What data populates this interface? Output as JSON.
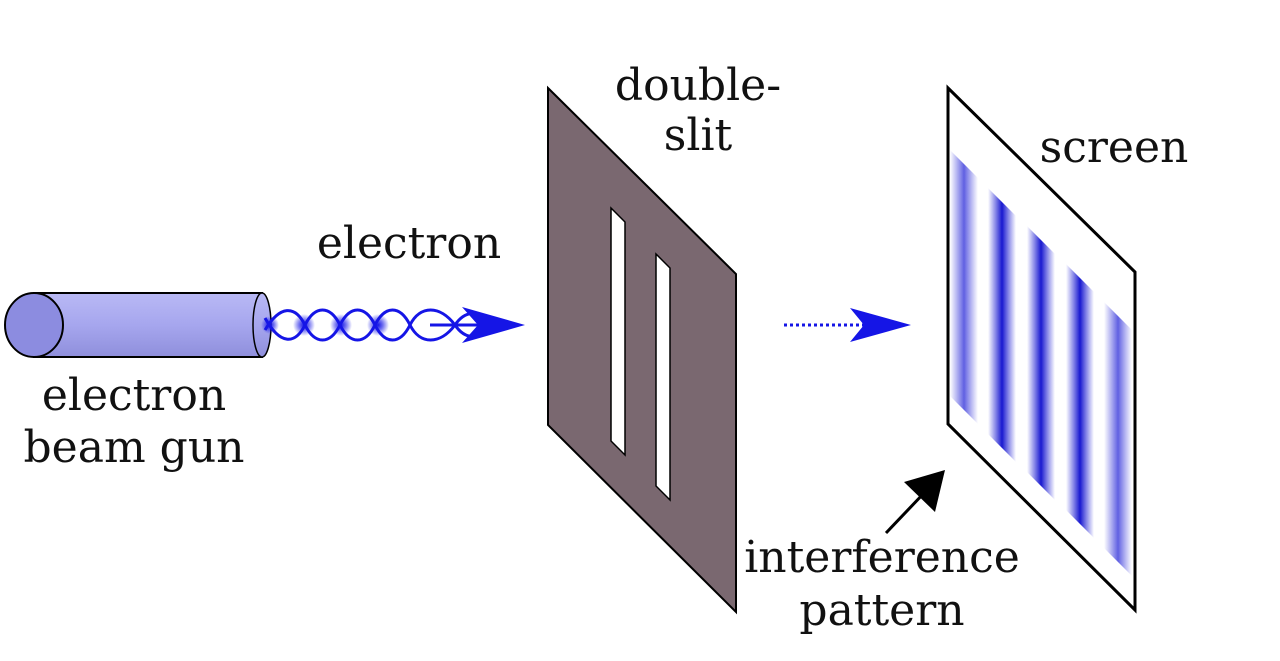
{
  "labels": {
    "gun_line1": "electron",
    "gun_line2": "beam gun",
    "electron": "electron",
    "slit_line1": "double-",
    "slit_line2": "slit",
    "screen": "screen",
    "pattern_line1": "interference",
    "pattern_line2": "pattern"
  },
  "colors": {
    "gun_fill": "#a9a9f0",
    "gun_cap": "#8c8ce0",
    "wave": "#1515e6",
    "arrow": "#1515e6",
    "slit_panel": "#7a6870",
    "slit_opening": "#ffffff",
    "fringe": "#1a1ad0",
    "outline": "#000000"
  },
  "icons": {
    "gun": "cylinder-gun-icon",
    "wave": "sine-wave-icon",
    "beam_arrow": "arrow-right-icon",
    "pattern_arrow": "arrow-pointer-icon"
  }
}
